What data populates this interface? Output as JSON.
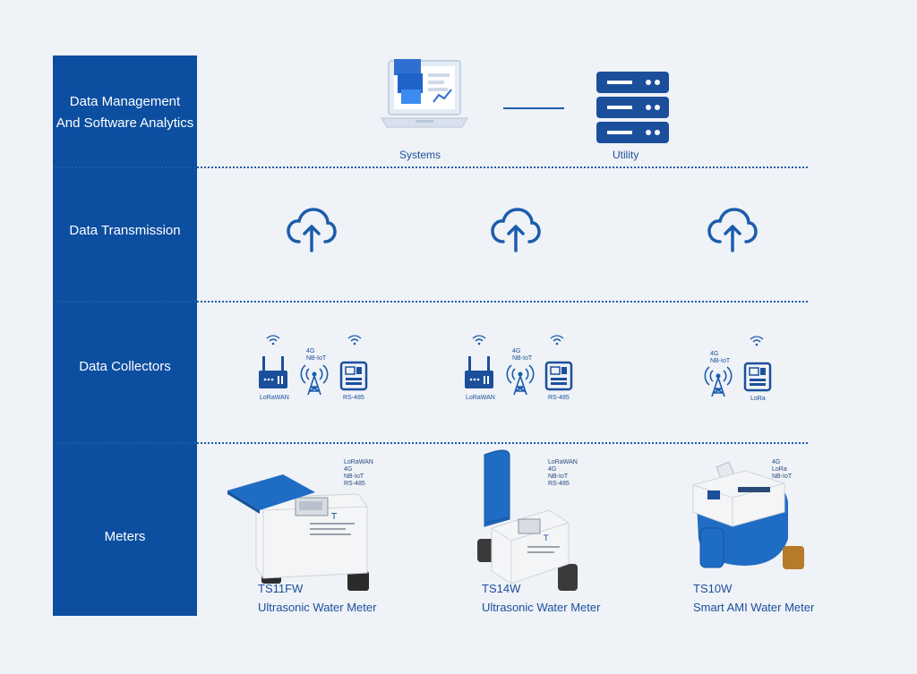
{
  "rows": {
    "data_management": {
      "line1": "Data Management",
      "line2": "And Software Analytics"
    },
    "data_transmission": "Data Transmission",
    "data_collectors": "Data Collectors",
    "meters": "Meters"
  },
  "management": {
    "systems_label": "Systems",
    "utility_label": "Utility"
  },
  "collectors": [
    {
      "gateway_label": "LoRaWAN",
      "cell_top": "4G",
      "cell_bottom": "NB-IoT",
      "box_label": "RS-485"
    },
    {
      "gateway_label": "LoRaWAN",
      "cell_top": "4G",
      "cell_bottom": "NB-IoT",
      "box_label": "RS-485"
    },
    {
      "cell_top": "4G",
      "cell_bottom": "NB-IoT",
      "box_label": "LoRa"
    }
  ],
  "meters": [
    {
      "model": "TS11FW",
      "description": "Ultrasonic Water Meter",
      "protocols": [
        "LoRaWAN",
        "4G",
        "NB-IoT",
        "RS-485"
      ]
    },
    {
      "model": "TS14W",
      "description": "Ultrasonic Water Meter",
      "protocols": [
        "LoRaWAN",
        "4G",
        "NB-IoT",
        "RS-485"
      ]
    },
    {
      "model": "TS10W",
      "description": "Smart AMI Water Meter",
      "protocols": [
        "4G",
        "LoRa",
        "NB-IoT"
      ]
    }
  ],
  "colors": {
    "brand": "#0c4ea0",
    "background": "#eff2f7",
    "meter_cover": "#1f6cc4"
  }
}
